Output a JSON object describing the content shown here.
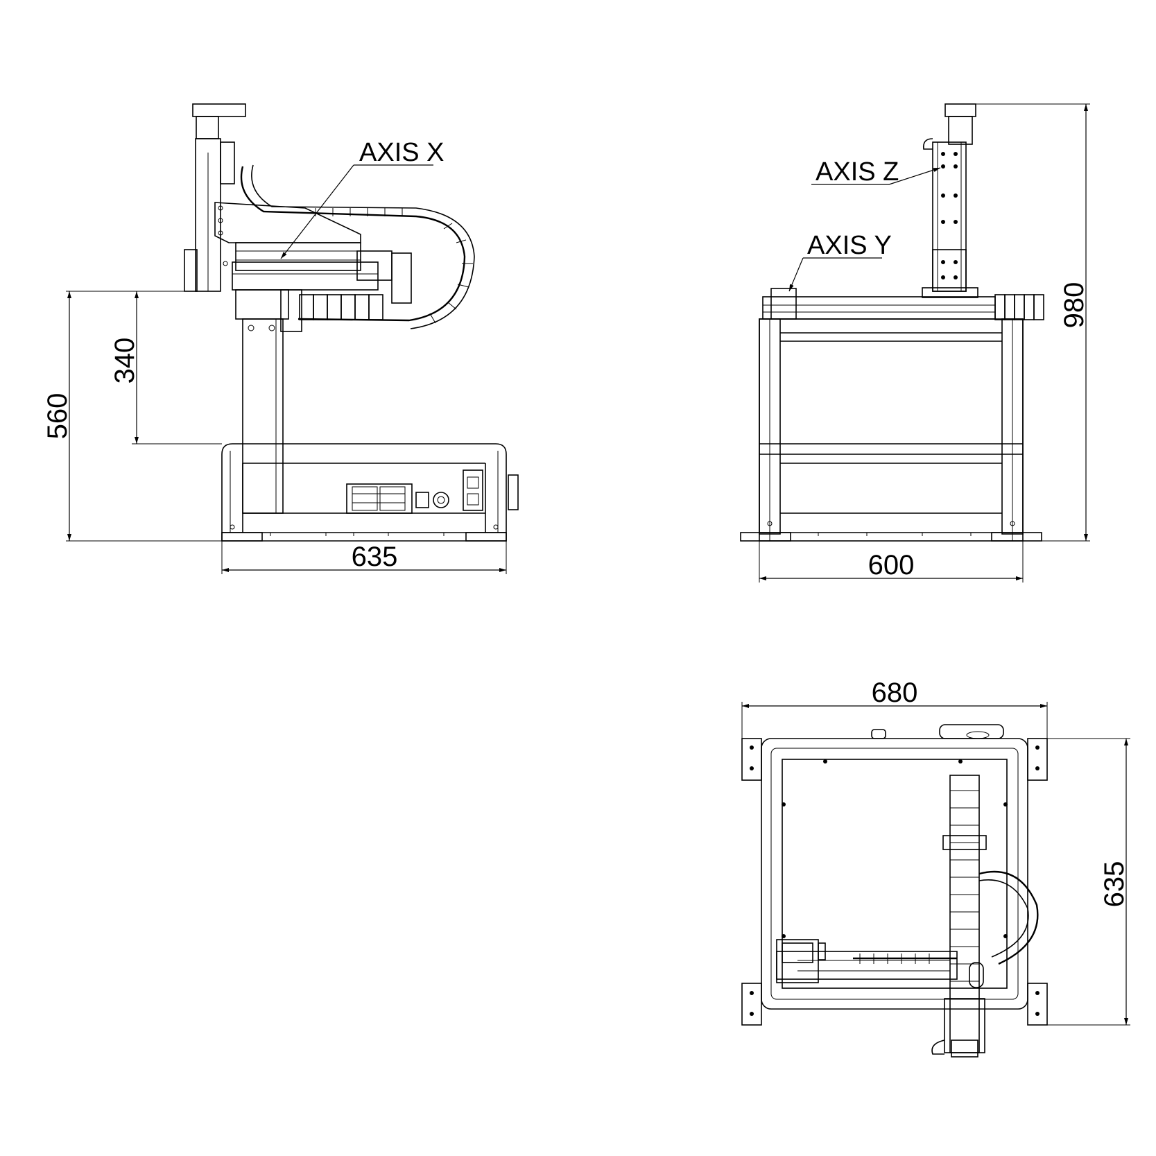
{
  "drawing": {
    "side_view": {
      "axis_label": "AXIS X",
      "dims": {
        "total_height": "560",
        "stage_height": "340",
        "width": "635"
      }
    },
    "front_view": {
      "axis_labels": {
        "z": "AXIS Z",
        "y": "AXIS Y"
      },
      "dims": {
        "height": "980",
        "width": "600"
      }
    },
    "top_view": {
      "dims": {
        "width": "680",
        "depth": "635"
      }
    }
  }
}
